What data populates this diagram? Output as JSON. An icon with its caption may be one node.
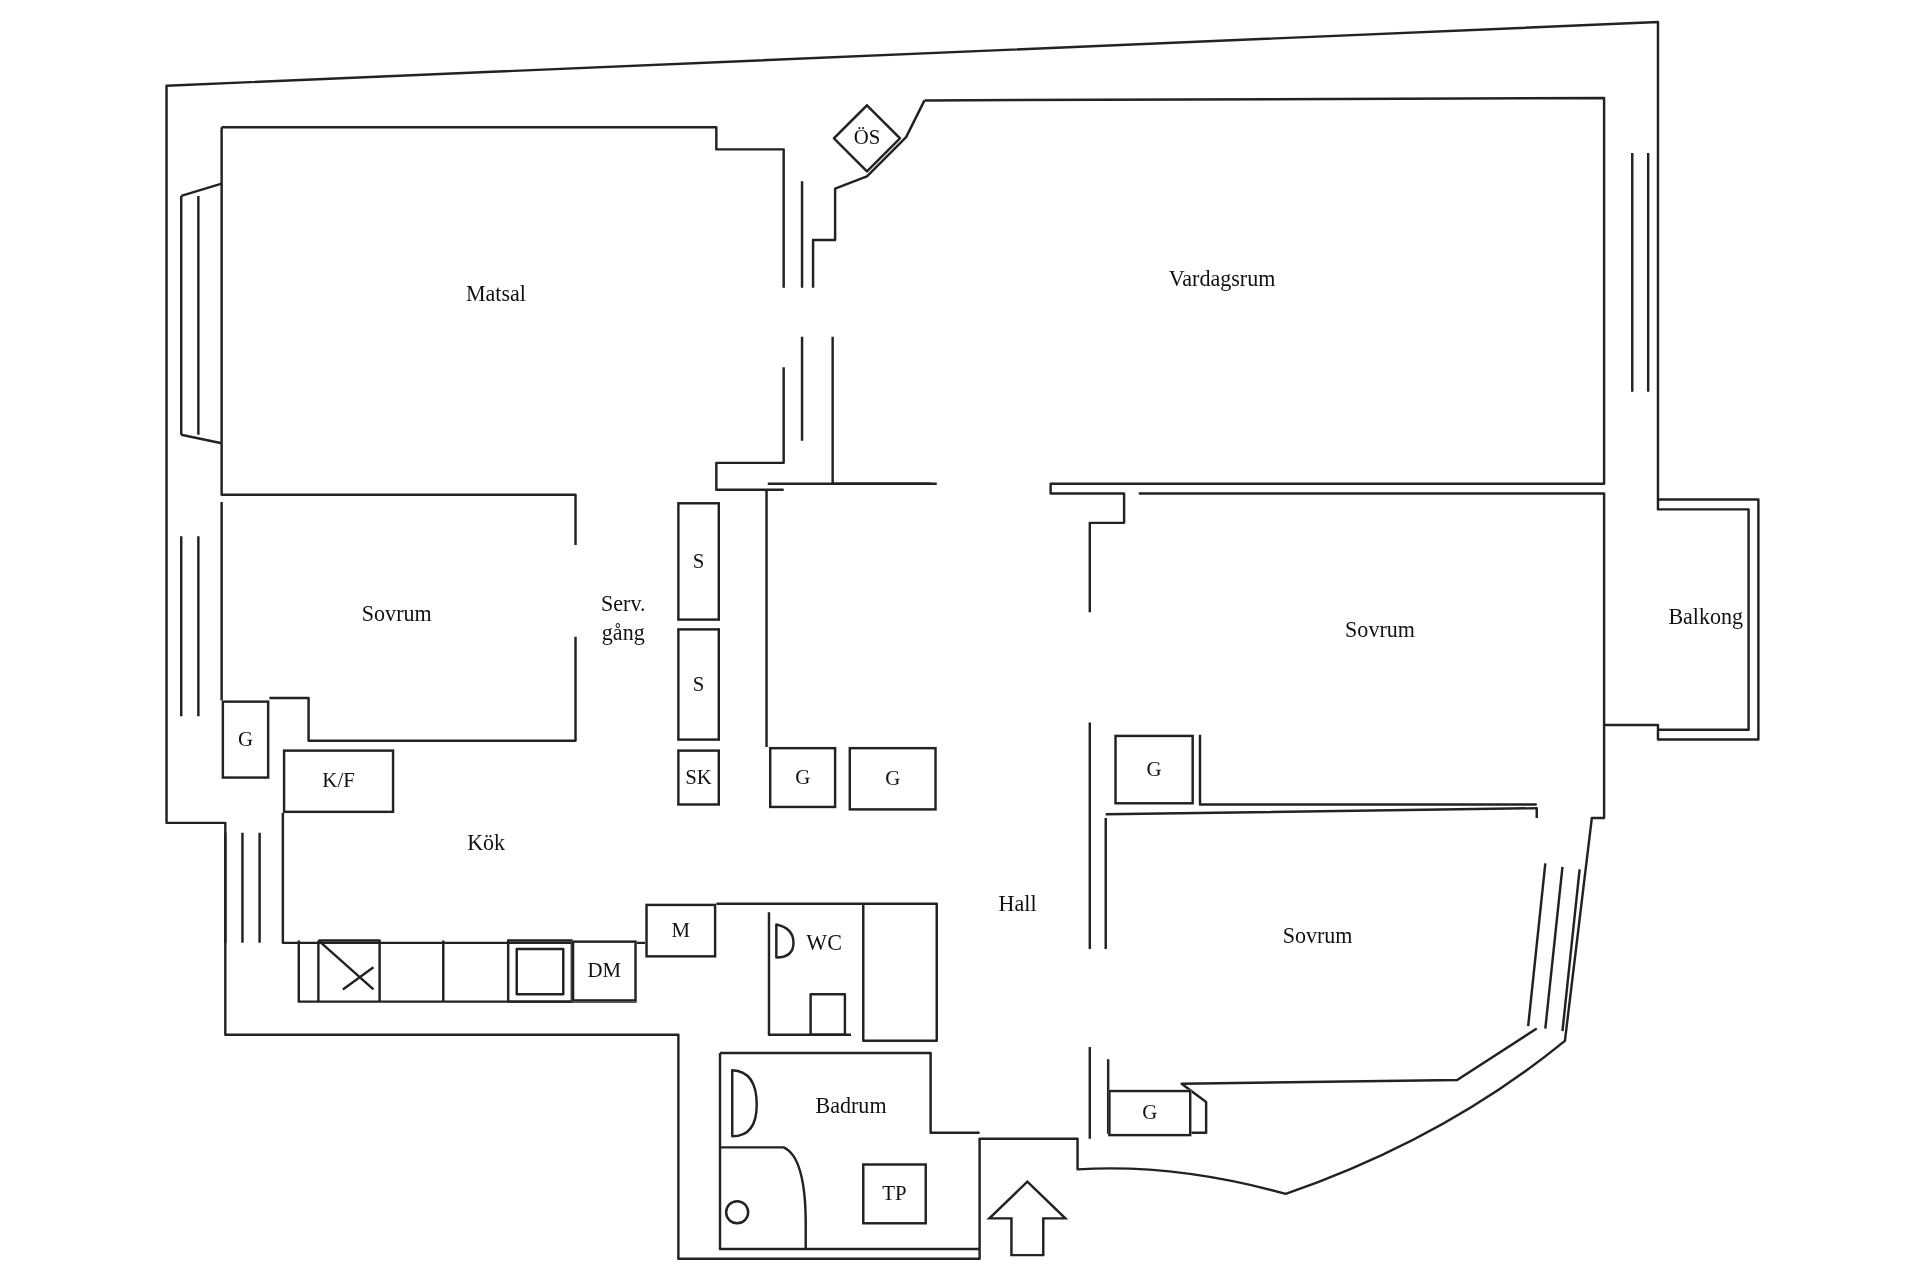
{
  "diagram": {
    "nodes": [
      {
        "text": [
          "ÖS"
        ]
      },
      {
        "text": [
          "S"
        ]
      },
      {
        "text": [
          "S"
        ]
      },
      {
        "text": [
          "G"
        ]
      },
      {
        "text": [
          "K/F"
        ]
      },
      {
        "text": [
          "SK"
        ]
      },
      {
        "text": [
          "G"
        ]
      },
      {
        "text": [
          "G"
        ]
      },
      {
        "text": [
          "G"
        ]
      },
      {
        "text": [
          "M"
        ]
      },
      {
        "text": [
          "DM"
        ]
      },
      {
        "text": [
          "G"
        ]
      },
      {
        "text": [
          "TP"
        ]
      }
    ],
    "edges": [],
    "labels": [
      "Matsal",
      "Vardagsrum",
      "Sovrum",
      "Serv. gång",
      "Balkong",
      "Sovrum",
      "Kök",
      "Hall",
      "WC",
      "Sovrum",
      "Badrum"
    ]
  }
}
